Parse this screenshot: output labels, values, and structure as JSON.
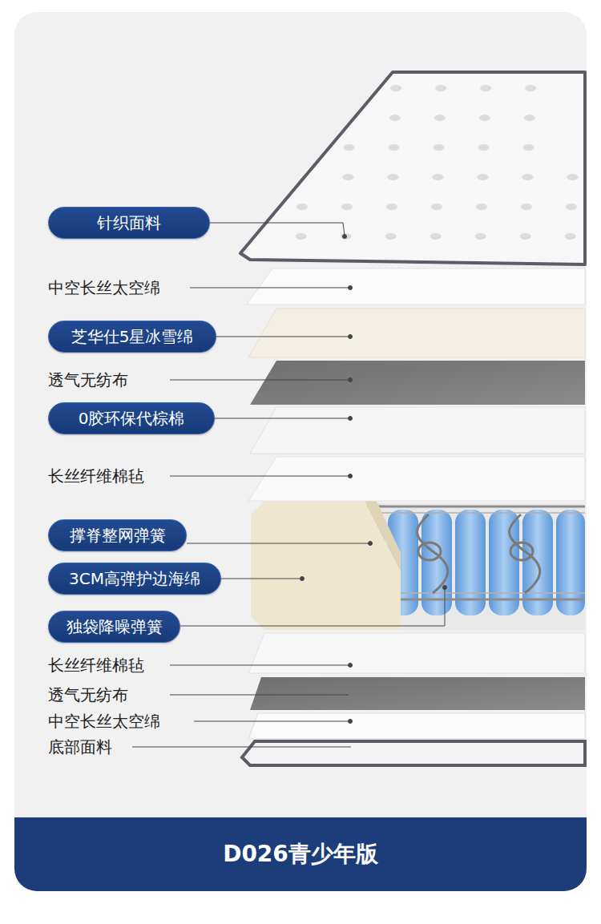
{
  "diagram": {
    "nodes": [
      {
        "text": [
          "针织面料"
        ]
      },
      {
        "text": [
          "芝华仕5星冰雪绵"
        ]
      },
      {
        "text": [
          "0胶环保代棕棉"
        ]
      },
      {
        "text": [
          "撑脊整网弹簧"
        ]
      },
      {
        "text": [
          "3CM高弹护边海绵"
        ]
      },
      {
        "text": [
          "独袋降噪弹簧"
        ]
      },
      {
        "text": [
          "D026青少年版"
        ]
      }
    ],
    "labels": [
      "中空长丝太空绵",
      "透气无纺布",
      "长丝纤维棉毡",
      "长丝纤维棉毡",
      "透气无纺布",
      "中空长丝太空绵",
      "底部面料"
    ]
  }
}
